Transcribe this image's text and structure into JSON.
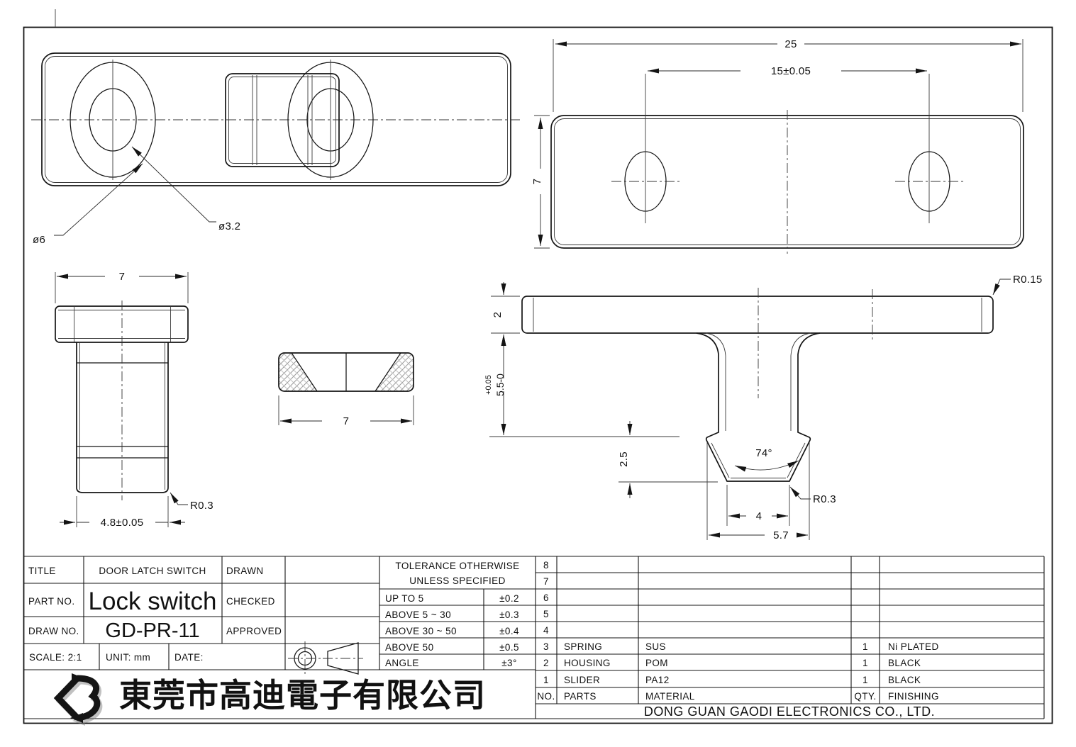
{
  "views": {
    "front": {
      "dia_large": "ø6",
      "dia_small": "ø3.2"
    },
    "plate": {
      "width": "25",
      "hole_pitch": "15±0.05",
      "height": "7"
    },
    "slider_side": {
      "head_width": "7",
      "base_width": "4.8±0.05",
      "fillet": "R0.3"
    },
    "insert": {
      "width": "7"
    },
    "section": {
      "thickness": "2",
      "height_tol": "+0.05",
      "height": "5.5-0",
      "depth": "2.5",
      "angle": "74°",
      "tip_width": "4",
      "flange_width": "5.7",
      "fillet": "R0.3",
      "corner_radius": "R0.15"
    }
  },
  "title_block": {
    "title_label": "TITLE",
    "title_value": "DOOR LATCH SWITCH",
    "part_no_label": "PART NO.",
    "part_no_value": "Lock switch",
    "draw_no_label": "DRAW NO.",
    "draw_no_value": "GD-PR-11",
    "drawn_label": "DRAWN",
    "checked_label": "CHECKED",
    "approved_label": "APPROVED",
    "scale_label": "SCALE: 2:1",
    "unit_label": "UNIT: mm",
    "date_label": "DATE:"
  },
  "tolerance_table": {
    "header1": "TOLERANCE OTHERWISE",
    "header2": "UNLESS SPECIFIED",
    "rows": [
      {
        "range": "UP TO 5",
        "value": "±0.2"
      },
      {
        "range": "ABOVE 5 ~ 30",
        "value": "±0.3"
      },
      {
        "range": "ABOVE 30 ~ 50",
        "value": "±0.4"
      },
      {
        "range": "ABOVE 50",
        "value": "±0.5"
      },
      {
        "range": "ANGLE",
        "value": "±3°"
      }
    ]
  },
  "parts_table": {
    "headers": {
      "no": "NO.",
      "parts": "PARTS",
      "material": "MATERIAL",
      "qty": "QTY.",
      "finishing": "FINISHING"
    },
    "rows": [
      {
        "no": "8",
        "parts": "",
        "material": "",
        "qty": "",
        "finishing": ""
      },
      {
        "no": "7",
        "parts": "",
        "material": "",
        "qty": "",
        "finishing": ""
      },
      {
        "no": "6",
        "parts": "",
        "material": "",
        "qty": "",
        "finishing": ""
      },
      {
        "no": "5",
        "parts": "",
        "material": "",
        "qty": "",
        "finishing": ""
      },
      {
        "no": "4",
        "parts": "",
        "material": "",
        "qty": "",
        "finishing": ""
      },
      {
        "no": "3",
        "parts": "SPRING",
        "material": "SUS",
        "qty": "1",
        "finishing": "Ni PLATED"
      },
      {
        "no": "2",
        "parts": "HOUSING",
        "material": "POM",
        "qty": "1",
        "finishing": "BLACK"
      },
      {
        "no": "1",
        "parts": "SLIDER",
        "material": "PA12",
        "qty": "1",
        "finishing": "BLACK"
      }
    ]
  },
  "company": {
    "name_cn": "東莞市高迪電子有限公司",
    "name_en": "DONG GUAN GAODI ELECTRONICS CO., LTD."
  }
}
